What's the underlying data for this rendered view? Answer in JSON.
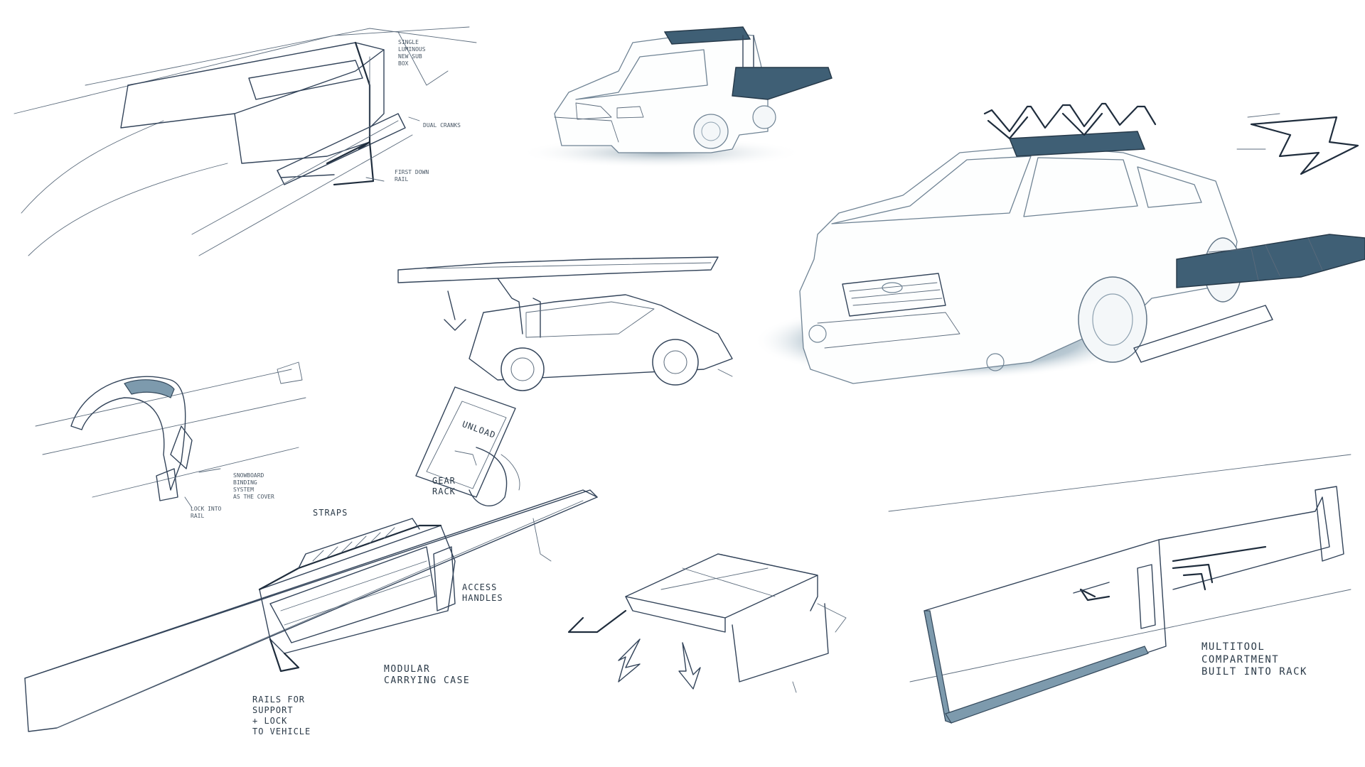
{
  "board": {
    "background": "#ffffff",
    "ink_color": "#33445a",
    "accent_color": "#3f5f75",
    "shadow_color": "#5e7c90"
  },
  "notes": {
    "sled_cover": "SINGLE\nLUMINOUS\nNEW SUB\nBOX",
    "dual_cranks": "DUAL CRANKS",
    "rail": "RAIL",
    "first_down_rail": "FIRST DOWN\nRAIL",
    "snowboard_binding": "SNOWBOARD\nBINDING\nSYSTEM\nAS THE COVER",
    "lock_into_rails": "LOCK INTO\nRAIL",
    "straps": "STRAPS",
    "gear_rack": "GEAR\nRACK",
    "unload": "UNLOAD",
    "access_handles": "ACCESS\nHANDLES",
    "modular_carrying_case": "MODULAR\nCARRYING CASE",
    "rails_for_support": "RAILS FOR\nSUPPORT\n+ LOCK\nTO VEHICLE",
    "multitool_compartment": "MULTITOOL\nCOMPARTMENT\nBUILT INTO RACK"
  },
  "sketches": [
    {
      "name": "rooftop-box-sketch",
      "icon": "roof-box-sketch-icon"
    },
    {
      "name": "car-render-small",
      "icon": "suv-render-icon"
    },
    {
      "name": "car-render-large",
      "icon": "suv-render-icon"
    },
    {
      "name": "side-profile-sketch",
      "icon": "car-side-sketch-icon"
    },
    {
      "name": "snowboard-binding-sketch",
      "icon": "binding-sketch-icon"
    },
    {
      "name": "tablet-hand-sketch",
      "icon": "tablet-icon"
    },
    {
      "name": "modular-case-sketch",
      "icon": "carrying-case-icon"
    },
    {
      "name": "folding-rack-sketch",
      "icon": "folding-rack-icon"
    },
    {
      "name": "multitool-panel-sketch",
      "icon": "multitool-panel-icon"
    }
  ]
}
